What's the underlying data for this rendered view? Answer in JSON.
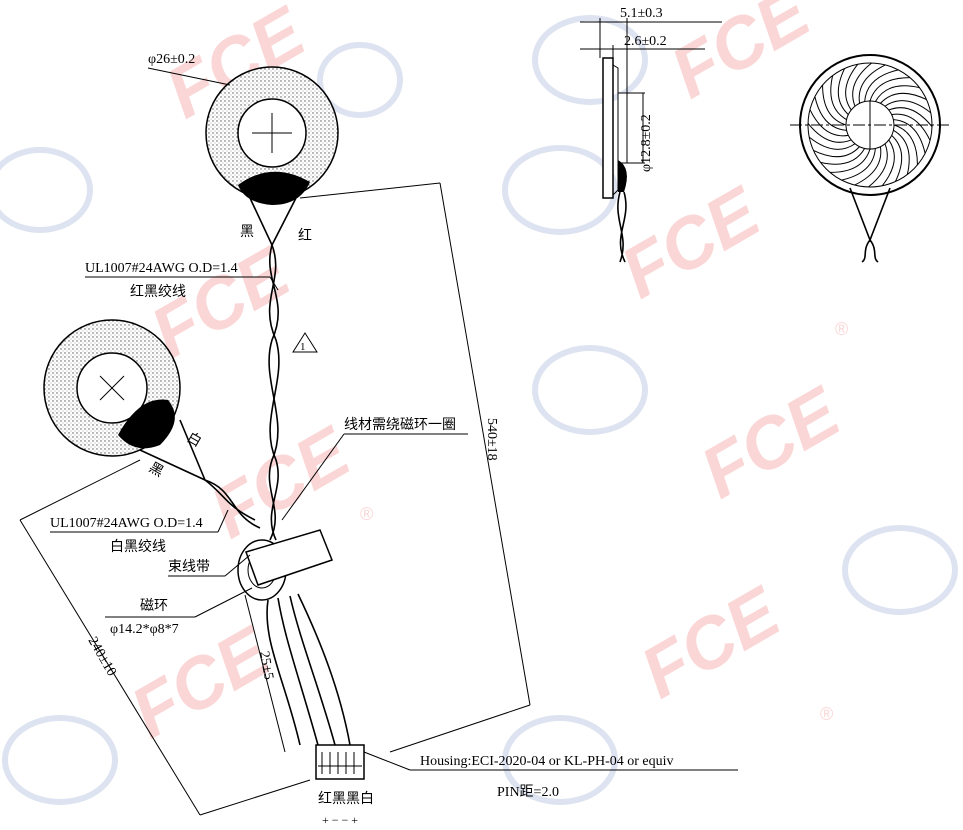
{
  "watermark": {
    "brand": "FCE",
    "mark": "®",
    "color": "#fbd6d6"
  },
  "top_speaker": {
    "diameter_label": "φ26±0.2",
    "wire_left_color": "黑",
    "wire_right_color": "红",
    "cable_spec": "UL1007#24AWG O.D=1.4",
    "cable_desc": "红黑绞线"
  },
  "note_marker": "1",
  "ferrite_note": "线材需绕磁环一圈",
  "length_main": "540±18",
  "left_speaker": {
    "wire_white": "白",
    "wire_black": "黑",
    "cable_spec": "UL1007#24AWG O.D=1.4",
    "cable_desc": "白黑绞线"
  },
  "cable_tie_label": "束线带",
  "ferrite": {
    "label": "磁环",
    "size": "φ14.2*φ8*7"
  },
  "length_left": "240±10",
  "length_strip": "25±5",
  "connector": {
    "housing": "Housing:ECI-2020-04 or KL-PH-04 or equiv",
    "pin_pitch": "PIN距=2.0",
    "pin_colors": "红黑黑白",
    "polarity": "+ − − +"
  },
  "side_view": {
    "total_thickness": "5.1±0.3",
    "frame_thickness": "2.6±0.2",
    "magnet_diameter": "φ12.8±0.2"
  }
}
